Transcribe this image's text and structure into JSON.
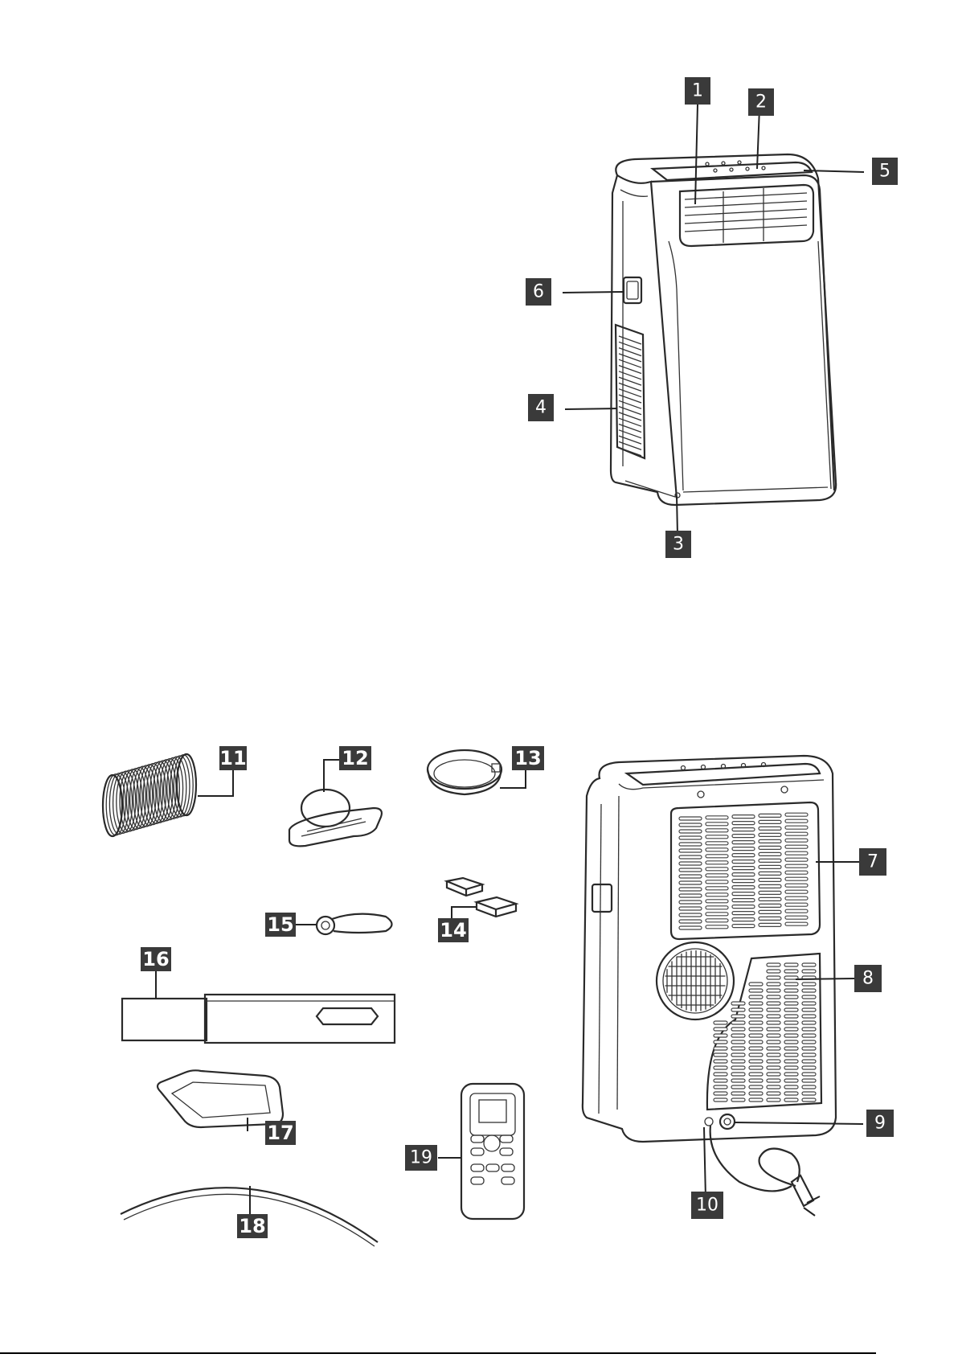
{
  "callouts": {
    "c1": "1",
    "c2": "2",
    "c3": "3",
    "c4": "4",
    "c5": "5",
    "c6": "6",
    "c7": "7",
    "c8": "8",
    "c9": "9",
    "c10": "10",
    "c11": "11",
    "c12": "12",
    "c13": "13",
    "c14": "14",
    "c15": "15",
    "c16": "16",
    "c17": "17",
    "c18": "18",
    "c19": "19"
  },
  "colors": {
    "label_bg": "#3a3a3a",
    "label_text": "#ffffff",
    "line": "#222222"
  }
}
